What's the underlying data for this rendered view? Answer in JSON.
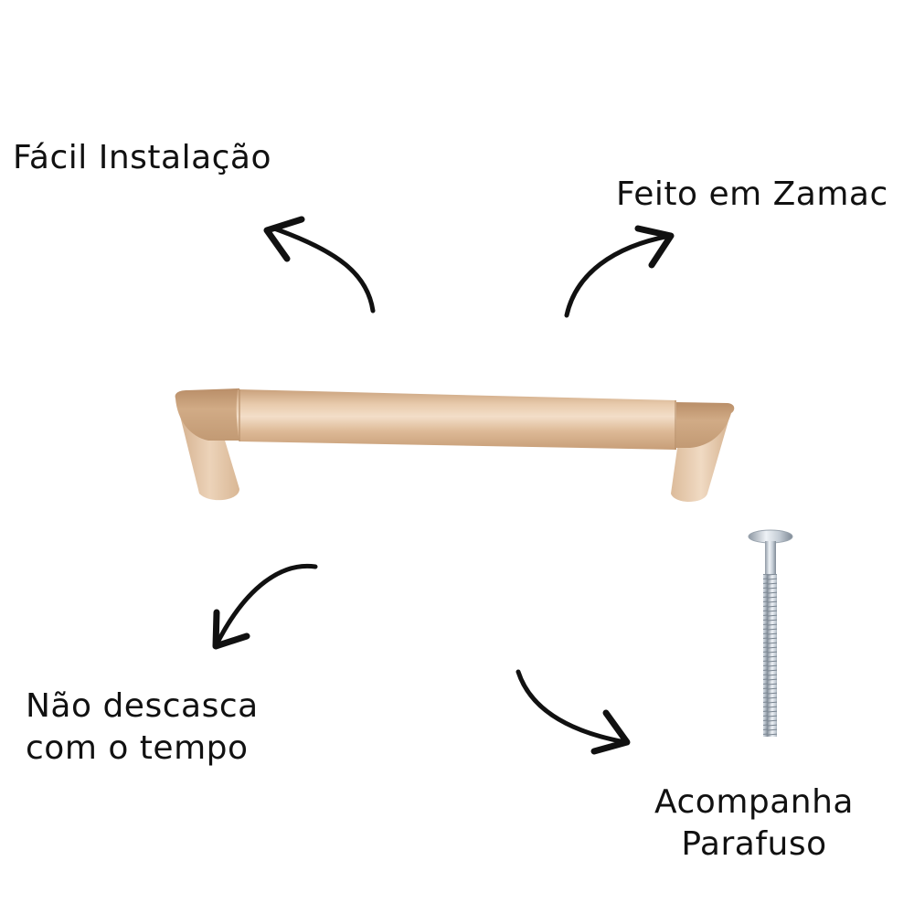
{
  "features": [
    {
      "id": "install",
      "lines": [
        "Fácil Instalação"
      ],
      "arrow_direction": "up-left"
    },
    {
      "id": "zamac",
      "lines": [
        "Feito em Zamac"
      ],
      "arrow_direction": "up-right"
    },
    {
      "id": "peel",
      "lines": [
        "Não descasca",
        "com o tempo"
      ],
      "arrow_direction": "down-left"
    },
    {
      "id": "screw",
      "lines": [
        "Acompanha",
        "Parafuso"
      ],
      "arrow_direction": "down-right"
    }
  ],
  "product": {
    "handle_icon": "cabinet-handle",
    "screw_icon": "screw",
    "colors": {
      "handle_light": "#f0d8bf",
      "handle_mid": "#ddb997",
      "handle_dark": "#b88e69",
      "screw_light": "#e6ecf2",
      "screw_dark": "#7d8894",
      "text": "#111111",
      "background": "#ffffff"
    }
  }
}
